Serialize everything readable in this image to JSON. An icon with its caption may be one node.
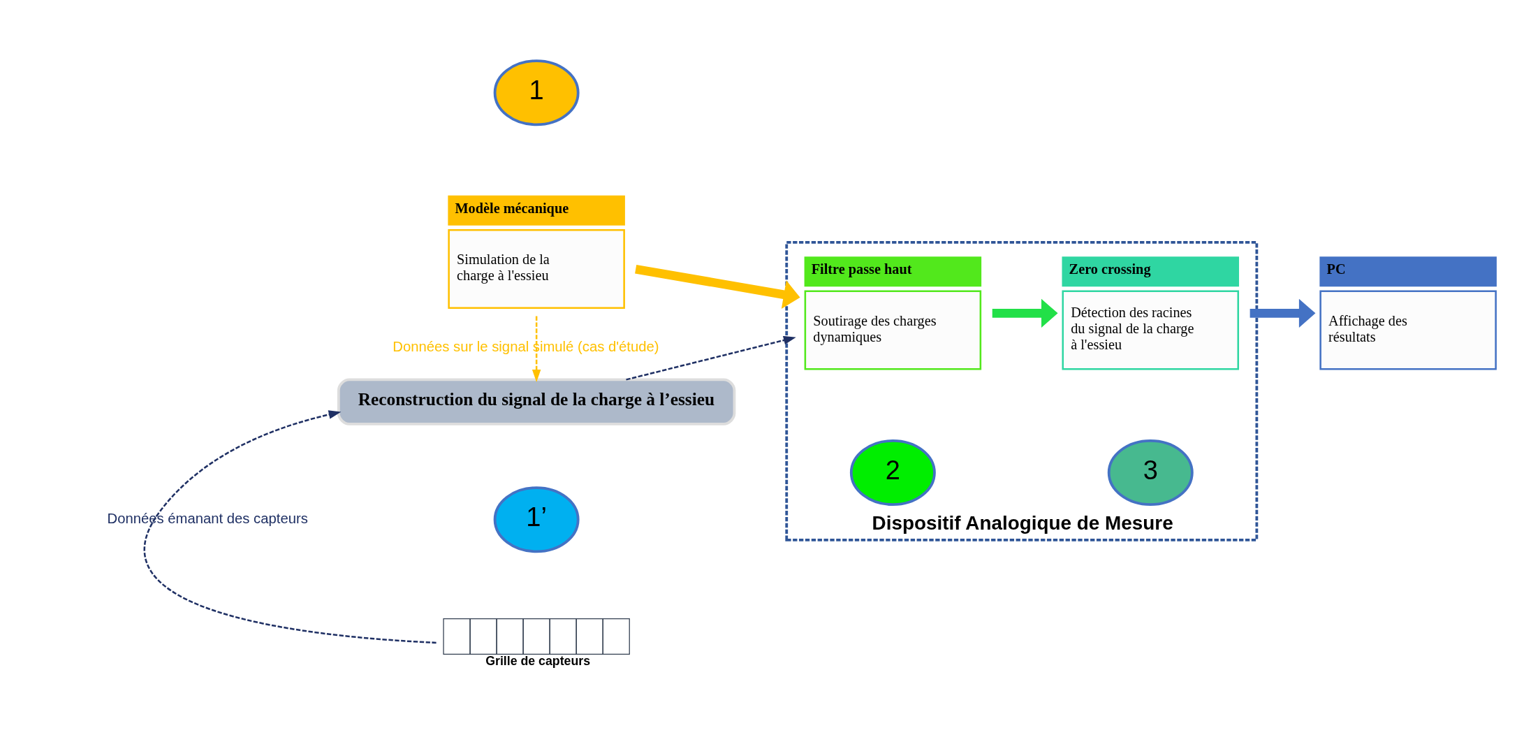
{
  "diagram": {
    "nodes": [
      {
        "text": [
          "1"
        ]
      },
      {
        "text": [
          "Modèle mécanique",
          "Simulation de la charge à l'essieu"
        ]
      },
      {
        "text": [
          "Dispositif Analogique de Mesure"
        ]
      },
      {
        "text": [
          "2"
        ],
        "in": 2
      },
      {
        "text": [
          "Filtre passe haut",
          "Soutirage des charges dynamiques"
        ],
        "in": 2
      },
      {
        "text": [
          "3"
        ],
        "in": 2
      },
      {
        "text": [
          "Zero crossing",
          "Détection des racines du signal de la charge à l'essieu"
        ],
        "in": 2
      },
      {
        "text": [
          "PC",
          "Affichage des résultats"
        ]
      },
      {
        "text": [
          "Reconstruction du signal de la charge à l’essieu"
        ]
      },
      {
        "text": [
          "1’"
        ]
      },
      {
        "text": [],
        "shape": "picture",
        "beside": [
          "Grille de capteurs"
        ]
      }
    ],
    "edges": [
      {
        "from": 1,
        "to": 4,
        "arrow": "to",
        "style": "thick",
        "color": "#ffc000"
      },
      {
        "from": 4,
        "to": 6,
        "arrow": "to",
        "style": "thick",
        "color": "#22e048"
      },
      {
        "from": 6,
        "to": 7,
        "arrow": "to",
        "style": "thick",
        "color": "#4472c4"
      },
      {
        "from": 1,
        "to": 8,
        "arrow": "to",
        "label": "Données sur le signal simulé (cas d'étude)",
        "style": "dashed",
        "color": "#ffc000"
      },
      {
        "from": 10,
        "to": 8,
        "arrow": "to",
        "label": "Données émanant des capteurs",
        "style": "dashed",
        "color": "#1f3064"
      },
      {
        "from": 8,
        "to": 4,
        "arrow": "to",
        "style": "dashed",
        "color": "#1f3064"
      }
    ]
  }
}
